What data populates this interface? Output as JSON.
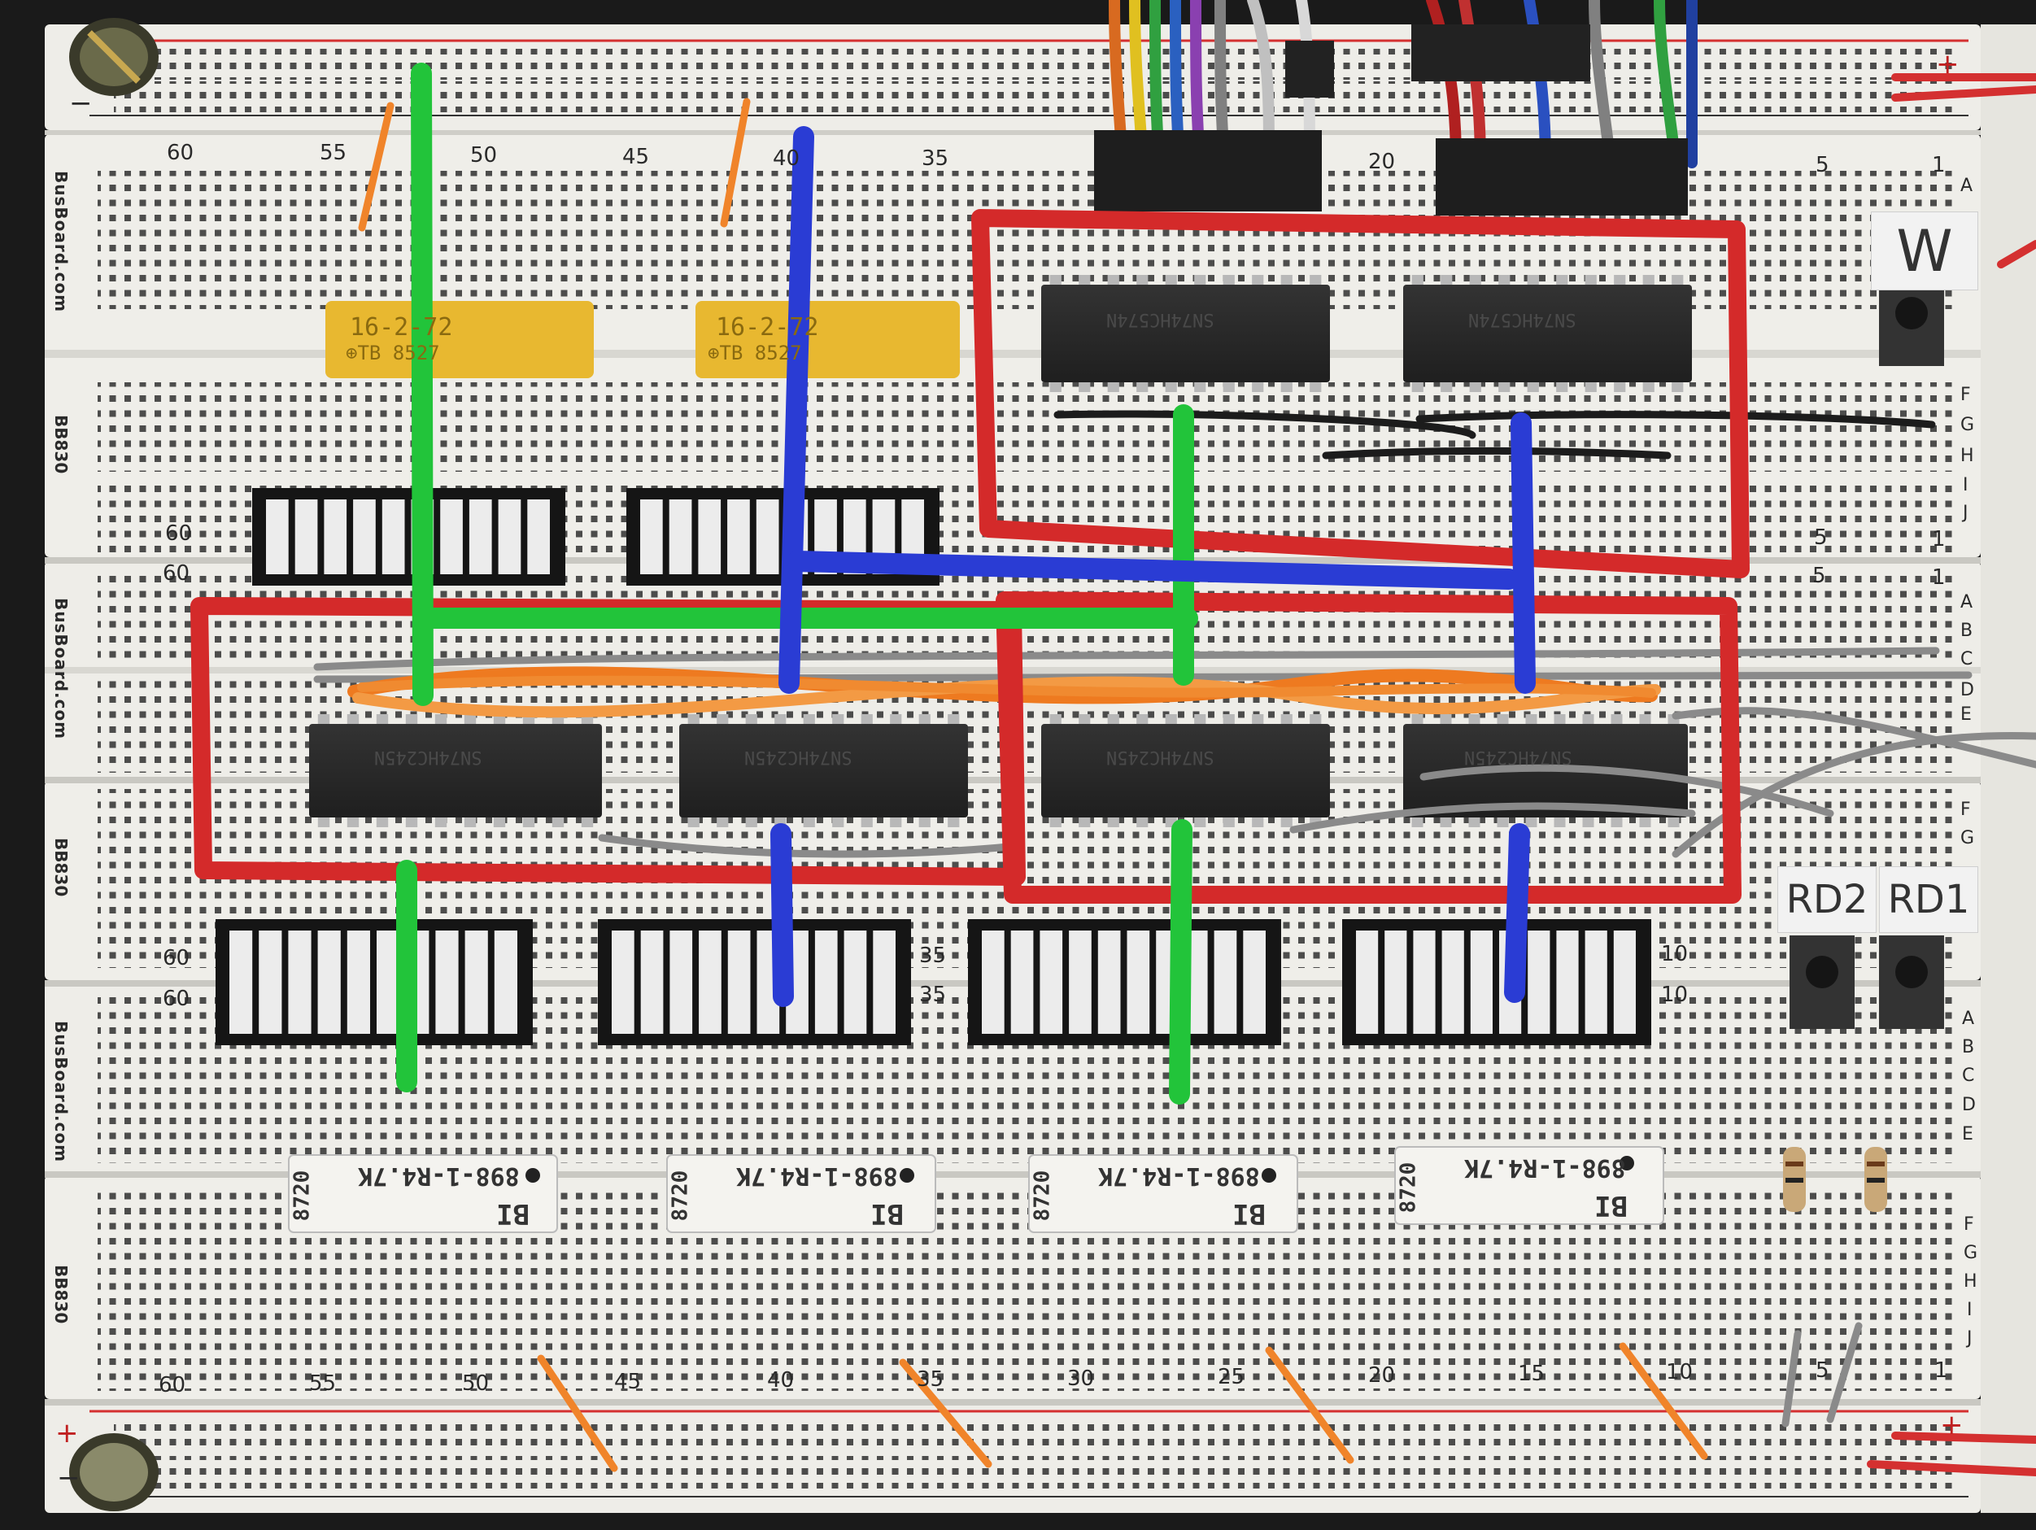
{
  "image": {
    "description_labels": {
      "tag_w": "W",
      "tag_rd2": "RD2",
      "tag_rd1": "RD1"
    },
    "brand": "BusBoard.com",
    "model": "BB830",
    "column_numbers_top": [
      "60",
      "55",
      "50",
      "45",
      "40",
      "35",
      "20",
      "5",
      "1"
    ],
    "column_numbers_mid": [
      "60",
      "60",
      "5",
      "1",
      "5",
      "1"
    ],
    "column_numbers_lower": [
      "60",
      "60",
      "35",
      "35",
      "10",
      "10"
    ],
    "column_numbers_bottom": [
      "60",
      "55",
      "50",
      "45",
      "40",
      "35",
      "30",
      "25",
      "20",
      "15",
      "10",
      "5",
      "1"
    ],
    "row_letters_a": [
      "A",
      "F",
      "G",
      "H",
      "I",
      "J"
    ],
    "row_letters_b": [
      "A",
      "B",
      "C",
      "D",
      "E",
      "F",
      "G"
    ],
    "row_letters_c": [
      "A",
      "B",
      "C",
      "D",
      "E",
      "F",
      "G",
      "H",
      "I",
      "J"
    ],
    "rail_marks": {
      "minus_top": "−",
      "plus_top": "+",
      "plus_bottom": "+",
      "minus_bottom": "−"
    },
    "yellow_resistor_text": "16-2-72",
    "yellow_resistor_sub": "⊕TB 8527",
    "white_resistor_text": "898-1-R4.7K",
    "white_resistor_code": "8720",
    "white_resistor_brand": "BI",
    "chip_text_top": [
      "SN74HC574N",
      "SN74HC574N"
    ],
    "chip_text_mid": [
      "SN74HC245N",
      "SN74HC245N",
      "SN74HC245N",
      "SN74HC245N"
    ],
    "colors": {
      "board": "#efeee9",
      "hole": "#3a3a3a",
      "chip": "#2b2b2b",
      "red_annot": "#d42a2a",
      "green_annot": "#22c43a",
      "blue_annot": "#2a3cd4",
      "orange_wire": "#f0842a",
      "rail_red": "#d43030"
    }
  }
}
